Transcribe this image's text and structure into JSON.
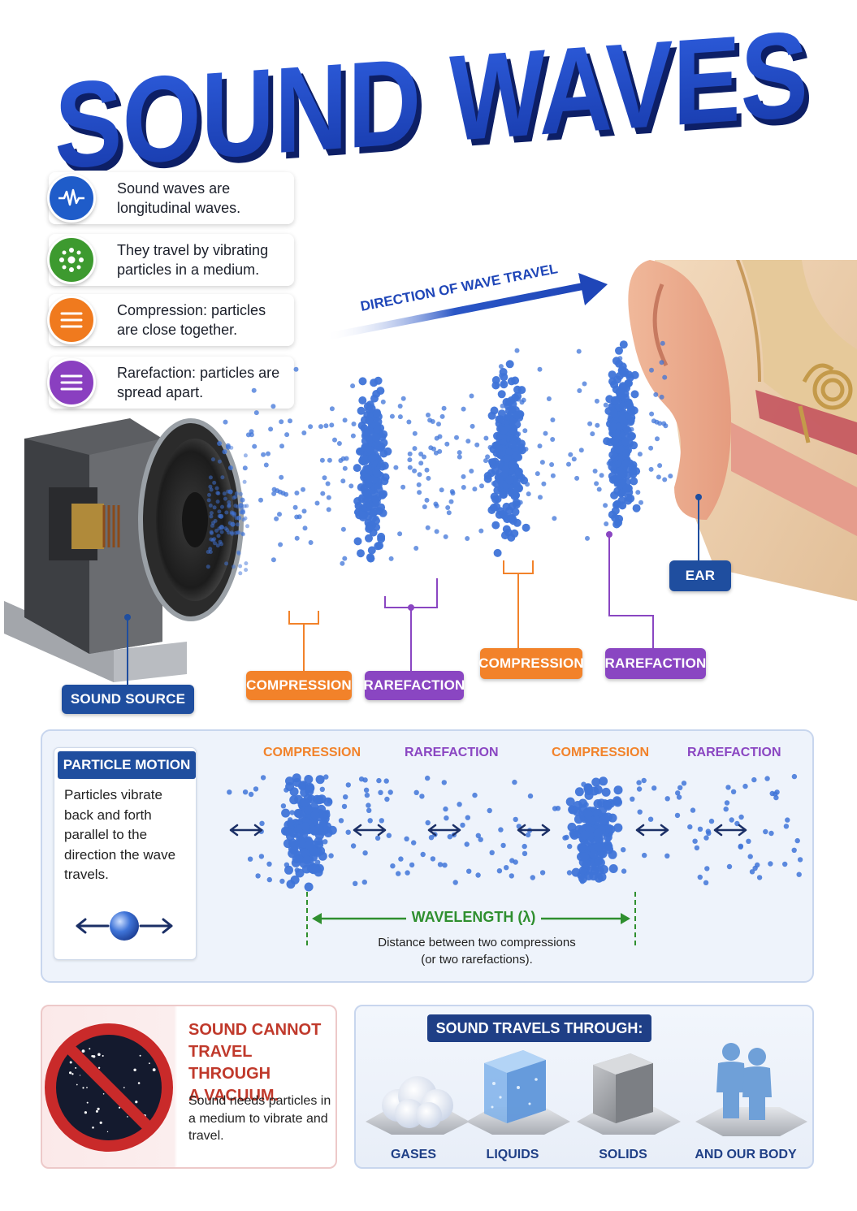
{
  "title": "SOUND WAVES",
  "facts": [
    {
      "text": "Sound waves are longitudinal waves.",
      "icon": "waveform-icon",
      "color": "#1f5cc9"
    },
    {
      "text": "They travel by vibrating particles in a medium.",
      "icon": "particles-icon",
      "color": "#3d9a2f"
    },
    {
      "text": "Compression: particles are close together.",
      "icon": "lines-icon",
      "color": "#f07a1e"
    },
    {
      "text": "Rarefaction: particles are spread apart.",
      "icon": "lines-icon",
      "color": "#8a3fc0"
    }
  ],
  "direction_label": "DIRECTION OF WAVE TRAVEL",
  "labels": {
    "sound_source": "SOUND SOURCE",
    "ear": "EAR",
    "compression": "COMPRESSION",
    "rarefaction": "RAREFACTION"
  },
  "particle_motion": {
    "title": "PARTICLE MOTION",
    "text": "Particles vibrate back and forth parallel to the direction the wave travels.",
    "headers": [
      "COMPRESSION",
      "RAREFACTION",
      "COMPRESSION",
      "RAREFACTION"
    ],
    "wavelength_label": "WAVELENGTH (λ)",
    "wavelength_desc_1": "Distance between two compressions",
    "wavelength_desc_2": "(or two rarefactions)."
  },
  "vacuum": {
    "title_1": "SOUND CANNOT",
    "title_2": "TRAVEL THROUGH",
    "title_3": "A VACUUM.",
    "text": "Sound needs particles in a medium to vibrate and travel."
  },
  "travels": {
    "title": "SOUND TRAVELS THROUGH:",
    "media": [
      "GASES",
      "LIQUIDS",
      "SOLIDS",
      "AND OUR BODY"
    ]
  },
  "colors": {
    "title_blue": "#1f46b8",
    "orange": "#f2822a",
    "purple": "#8a46c2",
    "navy": "#1f4e9f",
    "particle": "#3f74d8",
    "green": "#2f8f2f",
    "red": "#c0392b"
  }
}
